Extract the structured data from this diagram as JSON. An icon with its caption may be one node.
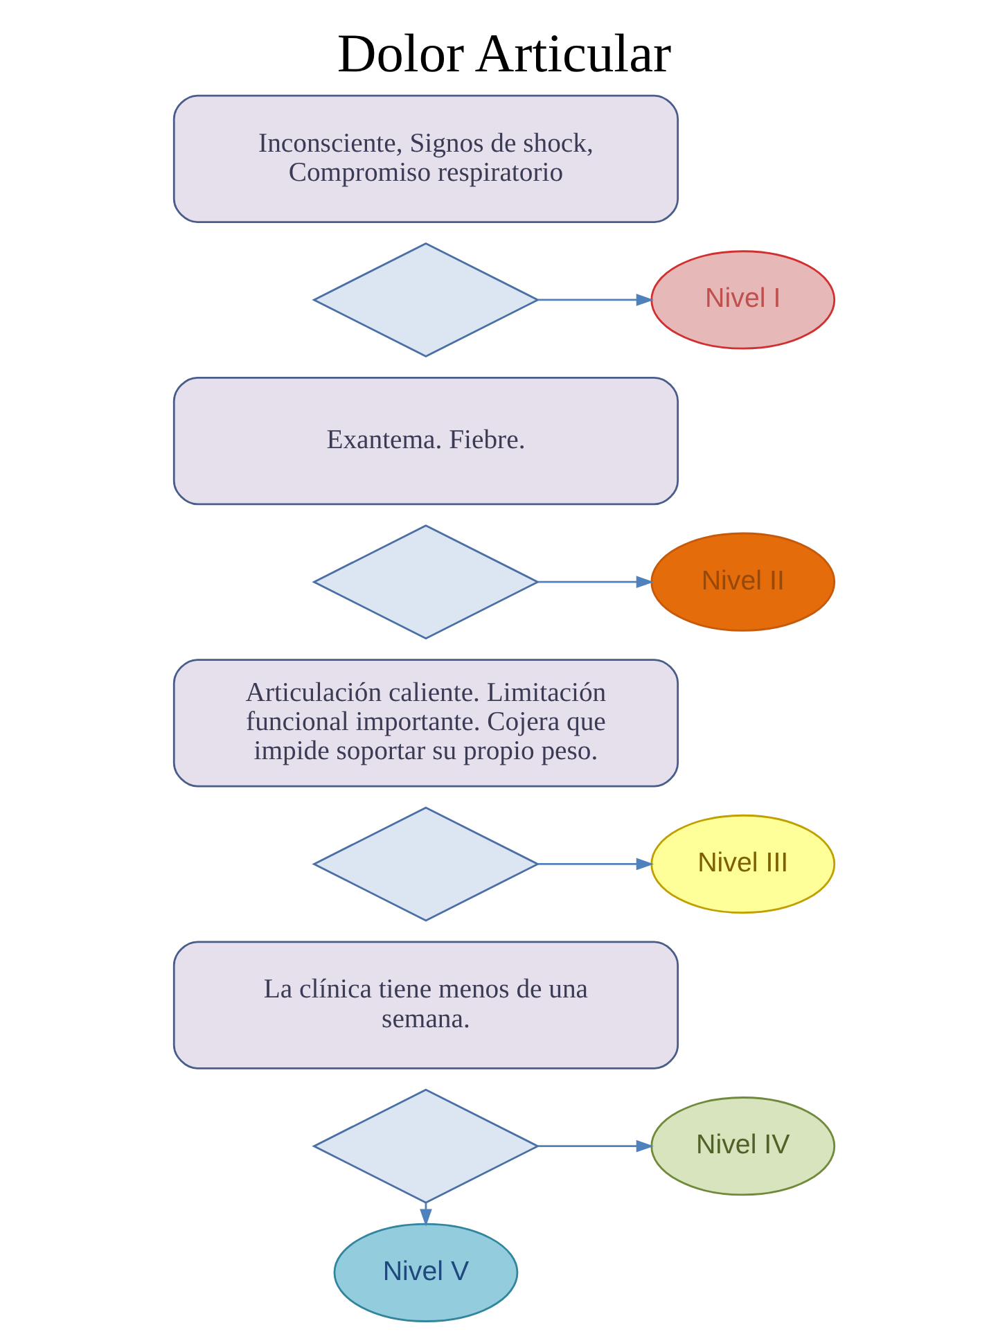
{
  "diagram": {
    "title": "Dolor Articular",
    "nodes": [
      {
        "text": [
          "Inconsciente, Signos de shock, Compromiso respiratorio"
        ]
      },
      {
        "text": [],
        "shape": "diamond"
      },
      {
        "text": [
          "Nivel I"
        ]
      },
      {
        "text": [
          "Exantema. Fiebre."
        ]
      },
      {
        "text": [],
        "shape": "diamond"
      },
      {
        "text": [
          "Nivel II"
        ]
      },
      {
        "text": [
          "Articulación caliente. Limitación funcional importante. Cojera que impide soportar su propio peso."
        ]
      },
      {
        "text": [],
        "shape": "diamond"
      },
      {
        "text": [
          "Nivel III"
        ]
      },
      {
        "text": [
          "La clínica tiene menos de una semana."
        ]
      },
      {
        "text": [],
        "shape": "diamond"
      },
      {
        "text": [
          "Nivel IV"
        ]
      },
      {
        "text": [
          "Nivel V"
        ]
      }
    ],
    "edges": [
      {
        "from": 1,
        "to": 2,
        "arrow": "to"
      },
      {
        "from": 4,
        "to": 5,
        "arrow": "to"
      },
      {
        "from": 7,
        "to": 8,
        "arrow": "to"
      },
      {
        "from": 10,
        "to": 11,
        "arrow": "to"
      },
      {
        "from": 10,
        "to": 12,
        "arrow": "to"
      }
    ]
  }
}
